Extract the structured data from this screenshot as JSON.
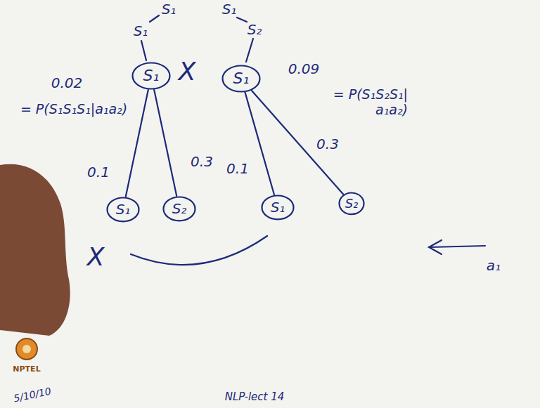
{
  "diagram": {
    "nodes": [
      {
        "text": [
          "S₁"
        ]
      },
      {
        "text": [
          "S₁"
        ]
      },
      {
        "text": [
          "S₁"
        ]
      },
      {
        "text": [
          "S₂"
        ]
      },
      {
        "text": [
          "S₁"
        ]
      },
      {
        "text": [
          "S₂"
        ]
      }
    ],
    "edges": [
      {
        "from": 0,
        "to": 2,
        "arrow": "none",
        "label": "0.1"
      },
      {
        "from": 0,
        "to": 3,
        "arrow": "none",
        "label": "0.3"
      },
      {
        "from": 1,
        "to": 4,
        "arrow": "none",
        "label": "0.1"
      },
      {
        "from": 1,
        "to": 5,
        "arrow": "none",
        "label": "0.3"
      }
    ],
    "labels": [
      "S₁",
      "S₁",
      "X",
      "0.02",
      "= P(S₁S₁S₁|a₁a₂)",
      "X",
      "S₁",
      "S₂",
      "0.09",
      "= P(S₁S₂S₁| a₁a₂)",
      "a₁",
      "NPTEL",
      "5/10/10",
      "NLP-lect 14"
    ]
  }
}
